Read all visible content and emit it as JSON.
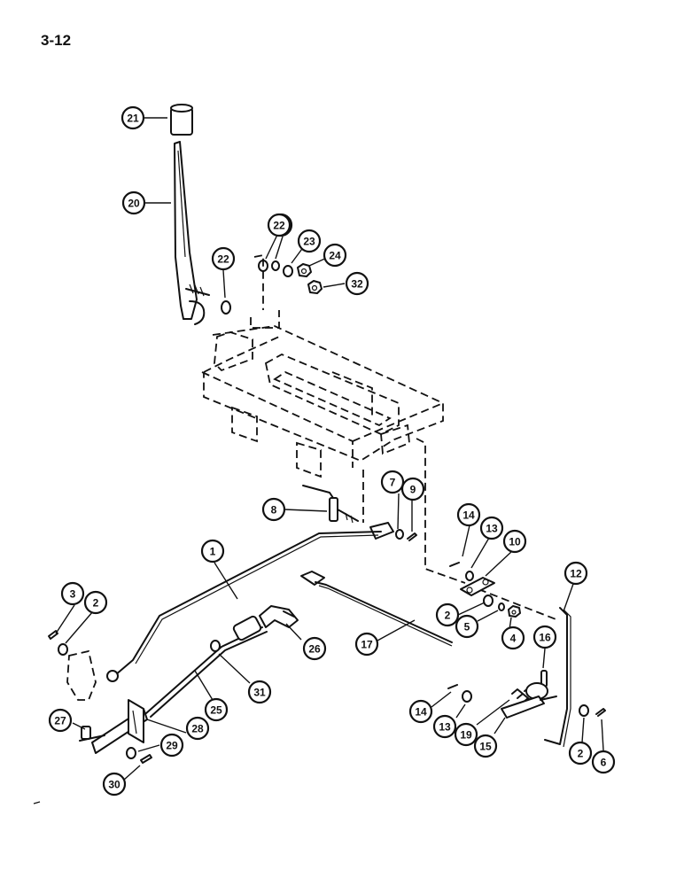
{
  "page": {
    "number": "3-12"
  },
  "callouts": [
    {
      "label": "21"
    },
    {
      "label": "20"
    },
    {
      "label": "22"
    },
    {
      "label": "22"
    },
    {
      "label": "23"
    },
    {
      "label": "24"
    },
    {
      "label": "32"
    },
    {
      "label": "22"
    },
    {
      "label": "7"
    },
    {
      "label": "9"
    },
    {
      "label": "8"
    },
    {
      "label": "14"
    },
    {
      "label": "13"
    },
    {
      "label": "10"
    },
    {
      "label": "12"
    },
    {
      "label": "1"
    },
    {
      "label": "3"
    },
    {
      "label": "2"
    },
    {
      "label": "2"
    },
    {
      "label": "5"
    },
    {
      "label": "4"
    },
    {
      "label": "17"
    },
    {
      "label": "16"
    },
    {
      "label": "26"
    },
    {
      "label": "31"
    },
    {
      "label": "25"
    },
    {
      "label": "14"
    },
    {
      "label": "13"
    },
    {
      "label": "19"
    },
    {
      "label": "15"
    },
    {
      "label": "2"
    },
    {
      "label": "6"
    },
    {
      "label": "27"
    },
    {
      "label": "28"
    },
    {
      "label": "29"
    },
    {
      "label": "30"
    }
  ]
}
